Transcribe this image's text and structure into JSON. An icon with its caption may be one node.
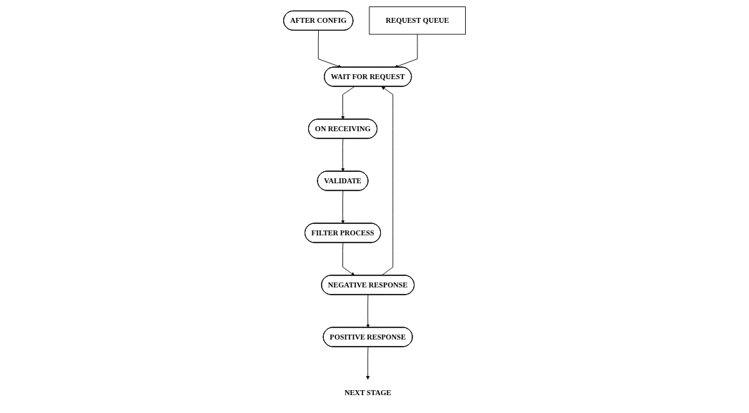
{
  "diagram": {
    "nodes": [
      {
        "text": [
          "AFTER CONFIG"
        ]
      },
      {
        "text": [
          "WAIT FOR REQUEST"
        ]
      },
      {
        "text": [
          "ON RECEIVING"
        ]
      },
      {
        "text": [
          "VALIDATE"
        ]
      },
      {
        "text": [
          "REQUEST QUEUE"
        ]
      },
      {
        "text": [
          "NEGATIVE RESPONSE"
        ]
      },
      {
        "text": [
          "FILTER PROCESS"
        ]
      },
      {
        "text": [
          "POSITIVE RESPONSE"
        ]
      },
      {
        "text": [
          "NEXT STAGE"
        ]
      }
    ],
    "edges": [
      {
        "from": 0,
        "to": 1,
        "arrow": "to"
      },
      {
        "from": 1,
        "to": 2,
        "arrow": "to"
      },
      {
        "from": 2,
        "to": 3,
        "arrow": "to"
      },
      {
        "from": 4,
        "to": 1,
        "arrow": "to"
      },
      {
        "from": 3,
        "to": 6,
        "arrow": "to"
      },
      {
        "from": 6,
        "to": 5,
        "arrow": "to"
      },
      {
        "from": 5,
        "to": 1,
        "arrow": "to"
      },
      {
        "from": 5,
        "to": 7,
        "arrow": "to"
      },
      {
        "from": 7,
        "to": 8,
        "arrow": "to"
      }
    ]
  }
}
